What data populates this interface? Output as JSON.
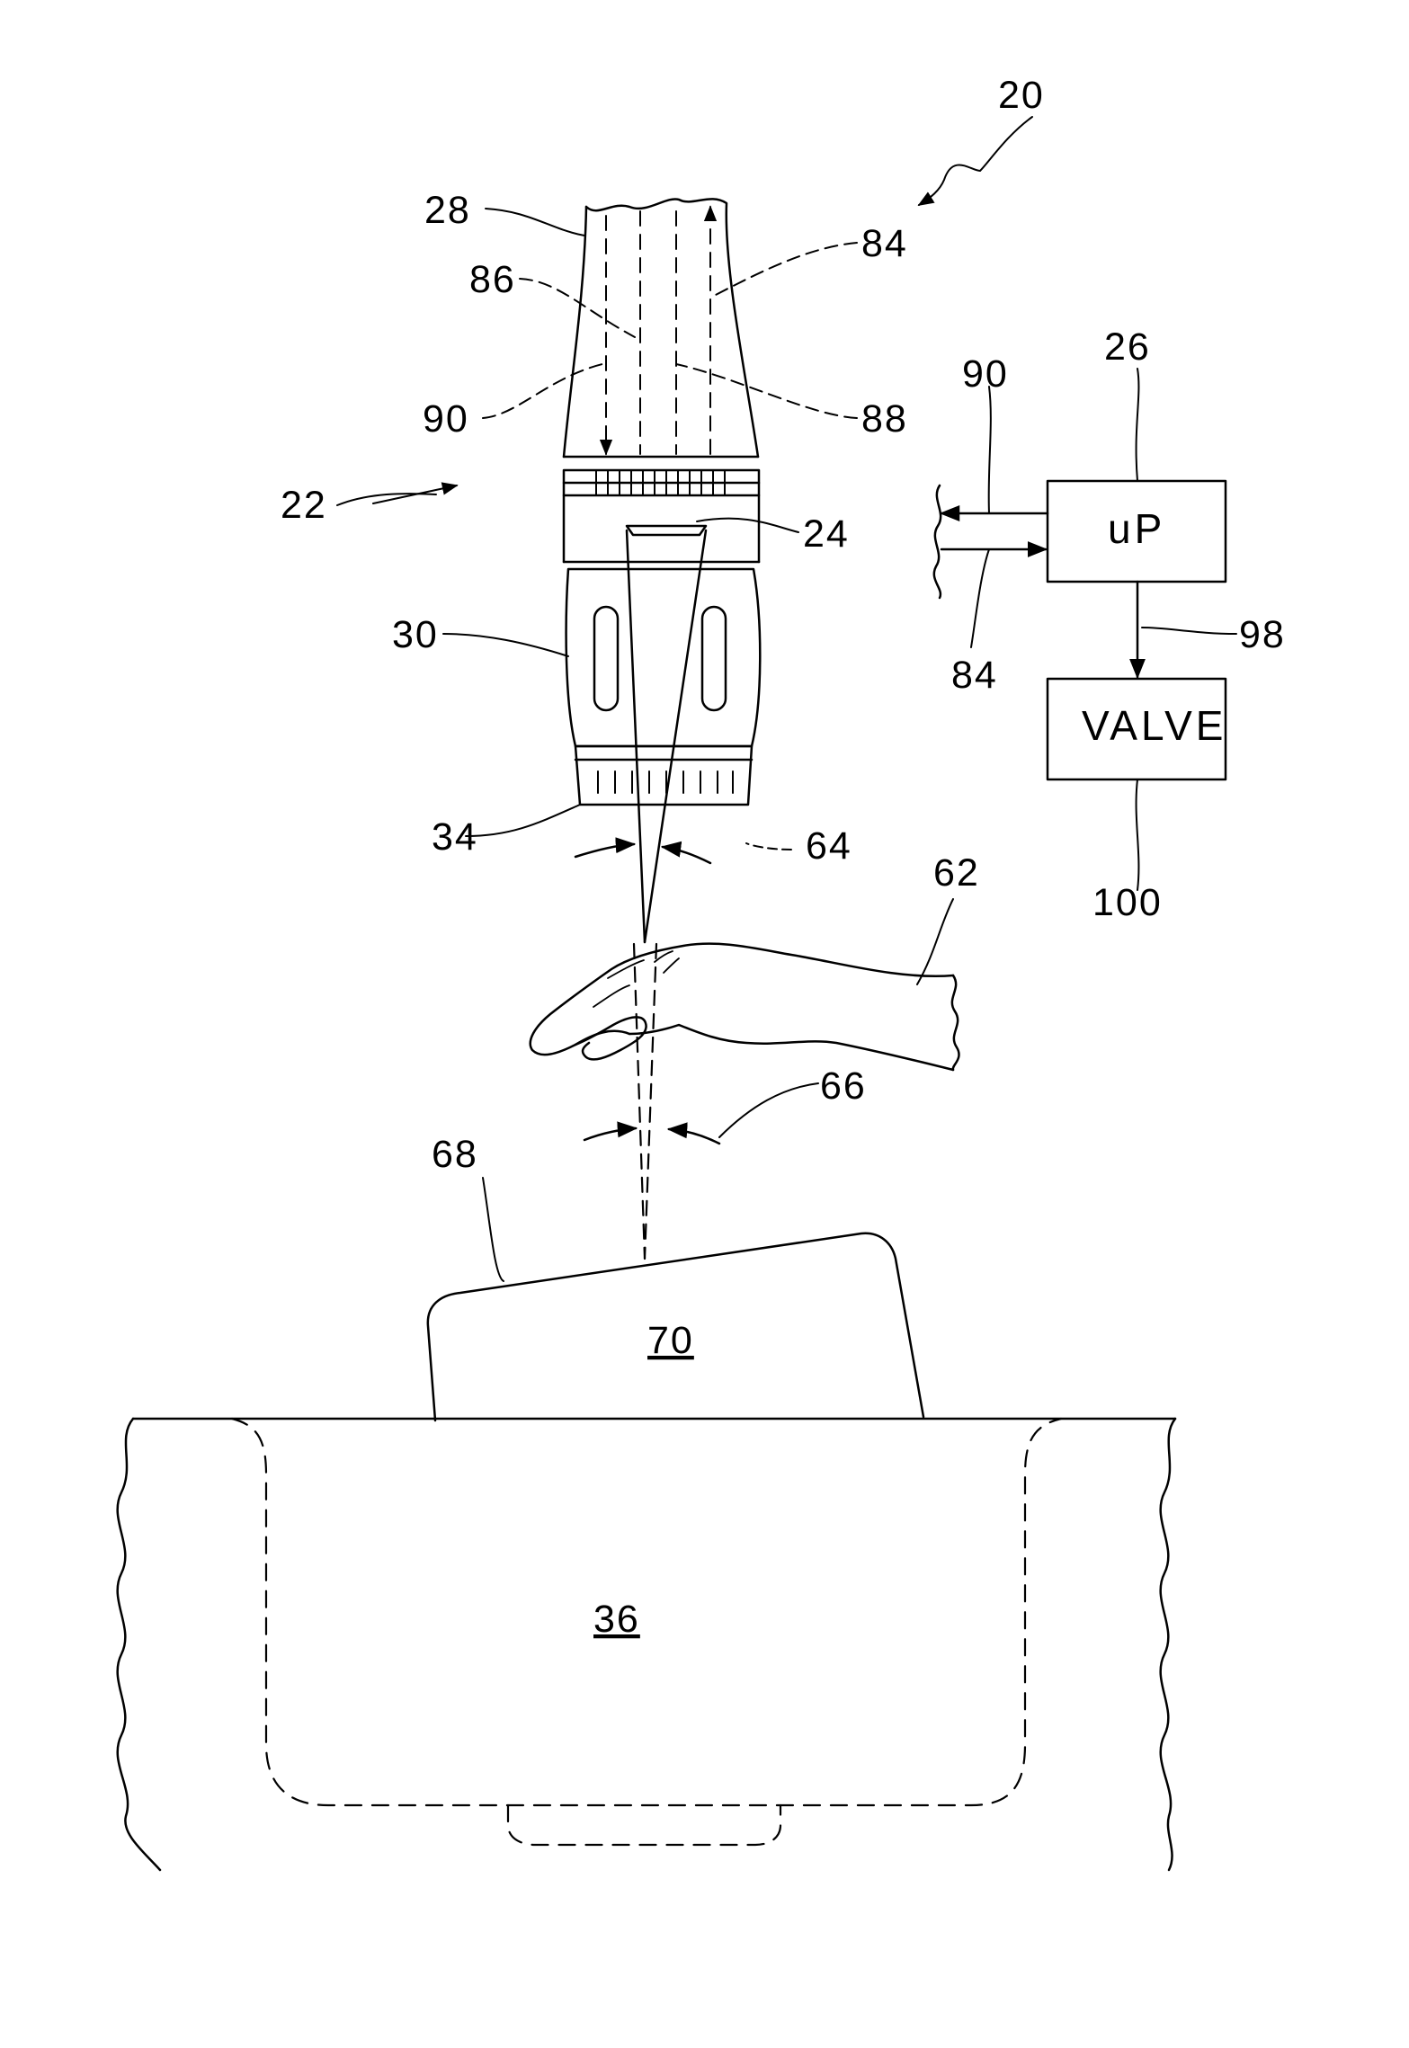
{
  "figure": {
    "refs": {
      "r20": "20",
      "r22": "22",
      "r24": "24",
      "r26": "26",
      "r28": "28",
      "r30": "30",
      "r34": "34",
      "r36": "36",
      "r62": "62",
      "r64": "64",
      "r66": "66",
      "r68": "68",
      "r70": "70",
      "r84a": "84",
      "r84b": "84",
      "r86": "86",
      "r88": "88",
      "r90a": "90",
      "r90b": "90",
      "r98": "98",
      "r100": "100"
    },
    "processor_label": "uP",
    "valve_label": "VALVE"
  }
}
